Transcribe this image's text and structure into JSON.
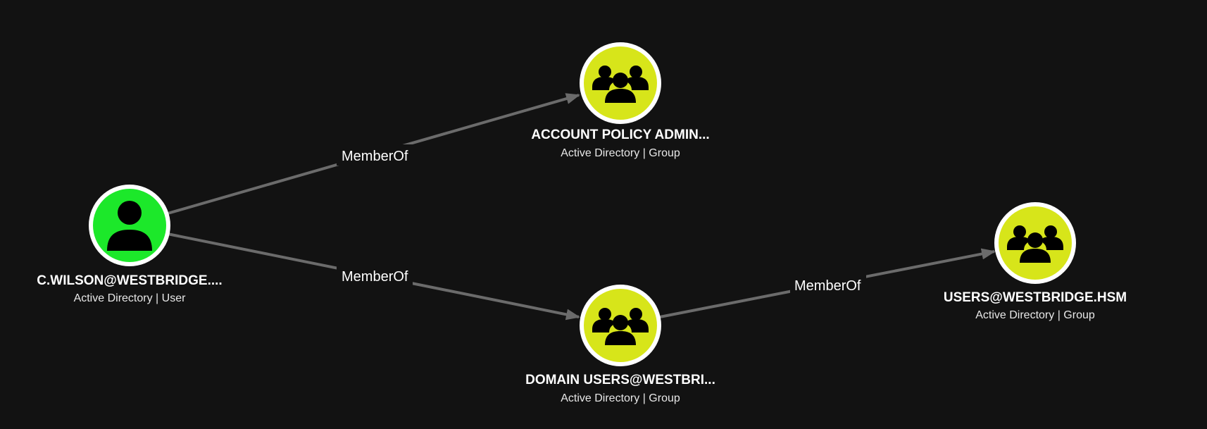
{
  "colors": {
    "background": "#121212",
    "edge": "#6b6b6b",
    "user_node": "#1ce82a",
    "group_node": "#d7e51a",
    "ring": "#ffffff"
  },
  "nodes": {
    "cwilson": {
      "name": "C.WILSON@WESTBRIDGE....",
      "subtitle": "Active Directory | User",
      "kind": "user",
      "icon": "user-icon"
    },
    "account_policy": {
      "name": "ACCOUNT POLICY ADMIN...",
      "subtitle": "Active Directory | Group",
      "kind": "group",
      "icon": "group-icon"
    },
    "domain_users": {
      "name": "DOMAIN USERS@WESTBRI...",
      "subtitle": "Active Directory | Group",
      "kind": "group",
      "icon": "group-icon"
    },
    "users": {
      "name": "USERS@WESTBRIDGE.HSM",
      "subtitle": "Active Directory | Group",
      "kind": "group",
      "icon": "group-icon"
    }
  },
  "edges": [
    {
      "from": "cwilson",
      "to": "account_policy",
      "label": "MemberOf"
    },
    {
      "from": "cwilson",
      "to": "domain_users",
      "label": "MemberOf"
    },
    {
      "from": "domain_users",
      "to": "users",
      "label": "MemberOf"
    }
  ]
}
